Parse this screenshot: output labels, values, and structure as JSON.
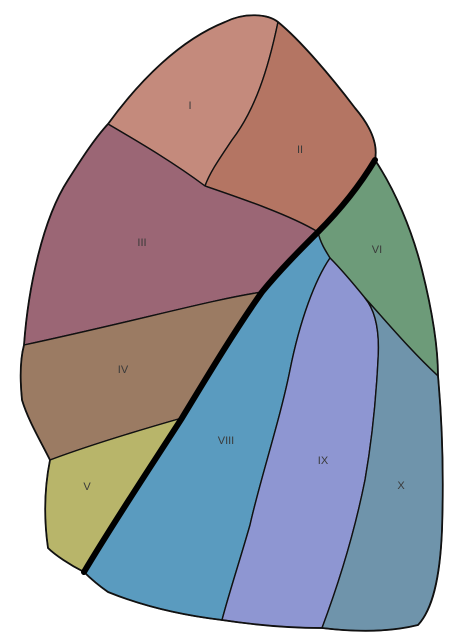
{
  "segments": [
    {
      "id": "I",
      "label": "I",
      "color": "#c48a7c"
    },
    {
      "id": "II",
      "label": "II",
      "color": "#b47563"
    },
    {
      "id": "III",
      "label": "III",
      "color": "#9b6675"
    },
    {
      "id": "IV",
      "label": "IV",
      "color": "#9b7b63"
    },
    {
      "id": "V",
      "label": "V",
      "color": "#b8b56a"
    },
    {
      "id": "VI",
      "label": "VI",
      "color": "#6d9b79"
    },
    {
      "id": "VIII",
      "label": "VIII",
      "color": "#5a9bbf"
    },
    {
      "id": "IX",
      "label": "IX",
      "color": "#8e96d2"
    },
    {
      "id": "X",
      "label": "X",
      "color": "#6f94ab"
    }
  ]
}
